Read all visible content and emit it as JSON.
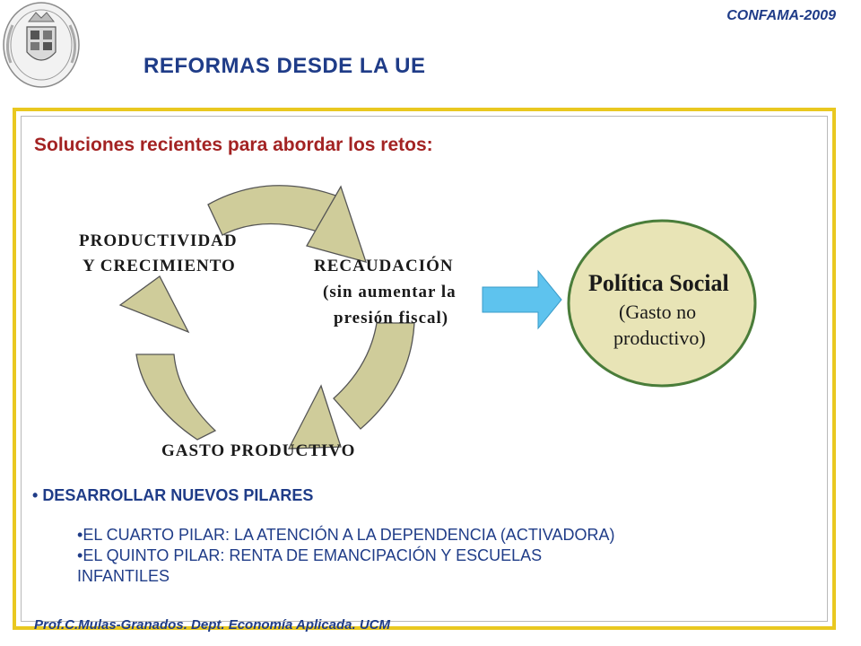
{
  "header": {
    "conference": "CONFAMA-2009",
    "title": "REFORMAS DESDE LA UE"
  },
  "slide": {
    "subtitle": "Soluciones recientes para abordar los retos:"
  },
  "diagram": {
    "productividad_line1": "PRODUCTIVIDAD",
    "productividad_line2": "Y CRECIMIENTO",
    "recaudacion_line1": "RECAUDACIÓN",
    "recaudacion_line2": "(sin aumentar la",
    "recaudacion_line3": "presión fiscal)",
    "gasto": "GASTO PRODUCTIVO",
    "politica_line1": "Política Social",
    "politica_line2": "(Gasto no",
    "politica_line3": "productivo)",
    "colors": {
      "arrow_fill": "#cfcc9a",
      "ellipse_fill": "#e8e4b6",
      "ellipse_stroke": "#4a7d3a",
      "blue_arrow": "#5ec3ee"
    }
  },
  "bullets": {
    "main": "DESARROLLAR NUEVOS PILARES",
    "sub1": "EL CUARTO PILAR: LA ATENCIÓN A LA DEPENDENCIA (ACTIVADORA)",
    "sub2_line1": "EL QUINTO PILAR: RENTA DE EMANCIPACIÓN Y ESCUELAS",
    "sub2_line2": "INFANTILES"
  },
  "footer": {
    "author": "Prof.C.Mulas-Granados. Dept. Economía Aplicada. UCM"
  },
  "icons": {
    "seal": "university-seal-icon",
    "arrow": "arrow-right-icon"
  }
}
